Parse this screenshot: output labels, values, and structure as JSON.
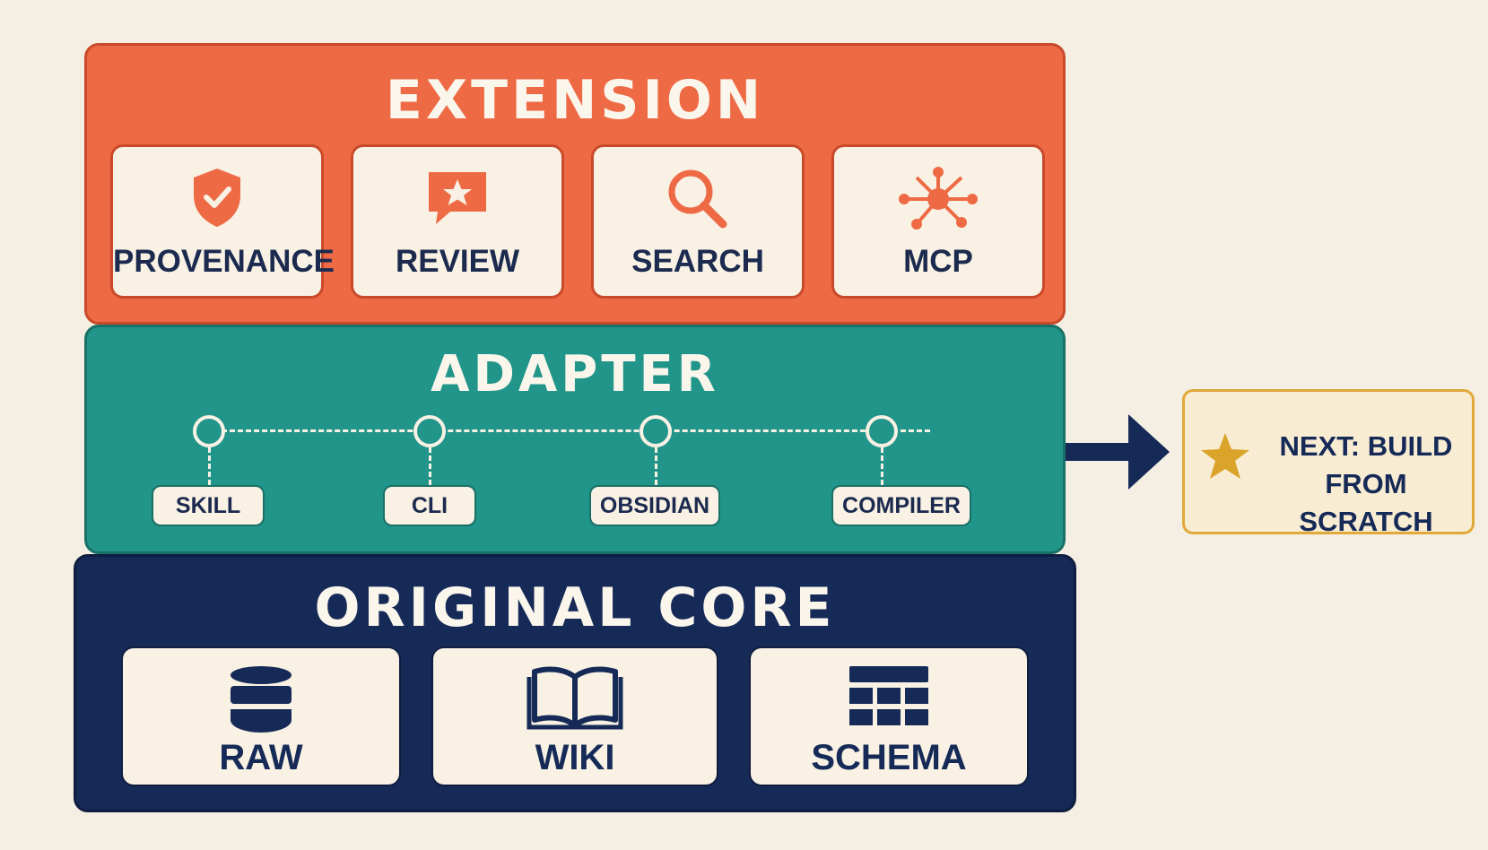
{
  "layers": {
    "extension": {
      "title": "EXTENSION",
      "items": [
        {
          "label": "PROVENANCE",
          "icon": "shield-check-icon"
        },
        {
          "label": "REVIEW",
          "icon": "chat-star-icon"
        },
        {
          "label": "SEARCH",
          "icon": "magnifier-icon"
        },
        {
          "label": "MCP",
          "icon": "network-hub-icon"
        }
      ]
    },
    "adapter": {
      "title": "ADAPTER",
      "items": [
        {
          "label": "SKILL"
        },
        {
          "label": "CLI"
        },
        {
          "label": "OBSIDIAN"
        },
        {
          "label": "COMPILER"
        }
      ]
    },
    "core": {
      "title": "ORIGINAL CORE",
      "items": [
        {
          "label": "RAW",
          "icon": "database-icon"
        },
        {
          "label": "WIKI",
          "icon": "open-book-icon"
        },
        {
          "label": "SCHEMA",
          "icon": "table-grid-icon"
        }
      ]
    }
  },
  "next": {
    "line1": "NEXT: BUILD",
    "line2": "FROM SCRATCH",
    "icon": "star-icon"
  },
  "colors": {
    "background": "#f5efe3",
    "extension": "#ee6a45",
    "adapter": "#22958a",
    "core": "#162a57",
    "card": "#f8f1e4",
    "accent_gold": "#e0a93a",
    "text_dark": "#1b2a4e"
  }
}
